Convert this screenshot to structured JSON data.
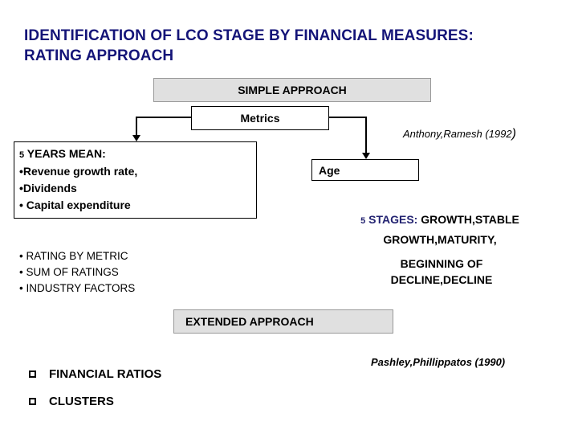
{
  "slide": {
    "title": "IDENTIFICATION OF LCO STAGE BY FINANCIAL MEASURES: RATING APPROACH",
    "background_color": "#ffffff",
    "title_color": "#141478",
    "accent_navy": "#232371",
    "banner_fill": "#e0e0e0",
    "banner_border": "#999999"
  },
  "banners": {
    "simple_approach": "SIMPLE APPROACH",
    "extended_approach": "EXTENDED APPROACH"
  },
  "boxes": {
    "metrics": "Metrics",
    "age": "Age",
    "mean": {
      "heading_number": "5",
      "heading_text": " YEARS MEAN:",
      "items": [
        "•Revenue growth rate,",
        "•Dividends",
        "• Capital expenditure"
      ]
    }
  },
  "citations": {
    "anthony": "Anthony,Ramesh (1992",
    "anthony_close_paren": ")",
    "pashley": "Pashley,Phillippatos (1990)"
  },
  "stages": {
    "number": "5",
    "label": " STAGES:",
    "list_line1": " GROWTH,STABLE",
    "list_line2": "GROWTH,MATURITY,",
    "decline_line1": "BEGINNING OF",
    "decline_line2": "DECLINE,DECLINE"
  },
  "rating_list": [
    "• RATING BY METRIC",
    "• SUM OF RATINGS",
    "• INDUSTRY FACTORS"
  ],
  "extended_items": [
    "FINANCIAL RATIOS",
    "CLUSTERS"
  ]
}
